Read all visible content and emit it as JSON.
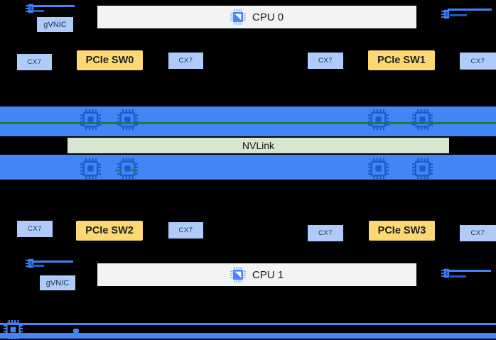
{
  "diagram": {
    "nvlink_label": "NVLink",
    "cpu_boxes": [
      "CPU 0",
      "CPU 1"
    ],
    "gvnic_boxes": [
      "gVNIC",
      "gVNIC"
    ],
    "pcie_switches": [
      "PCIe SW0",
      "PCIe SW1",
      "PCIe SW2",
      "PCIe SW3"
    ],
    "cx7_nics": [
      "CX7",
      "CX7",
      "CX7",
      "CX7",
      "CX7",
      "CX7",
      "CX7",
      "CX7"
    ],
    "gpu_chip_icons_per_bar": 4
  },
  "colors": {
    "background": "#000000",
    "nic_card_box": "#aecbfa",
    "pcie_switch_box": "#fcd872",
    "cpu_box": "#f1f3f4",
    "gpu_bar": "#4285f4",
    "gpu_chip_icon": "#1d5cc9",
    "nvlink_bar": "#d6e6d0",
    "nvlink_rail": "#188038"
  }
}
